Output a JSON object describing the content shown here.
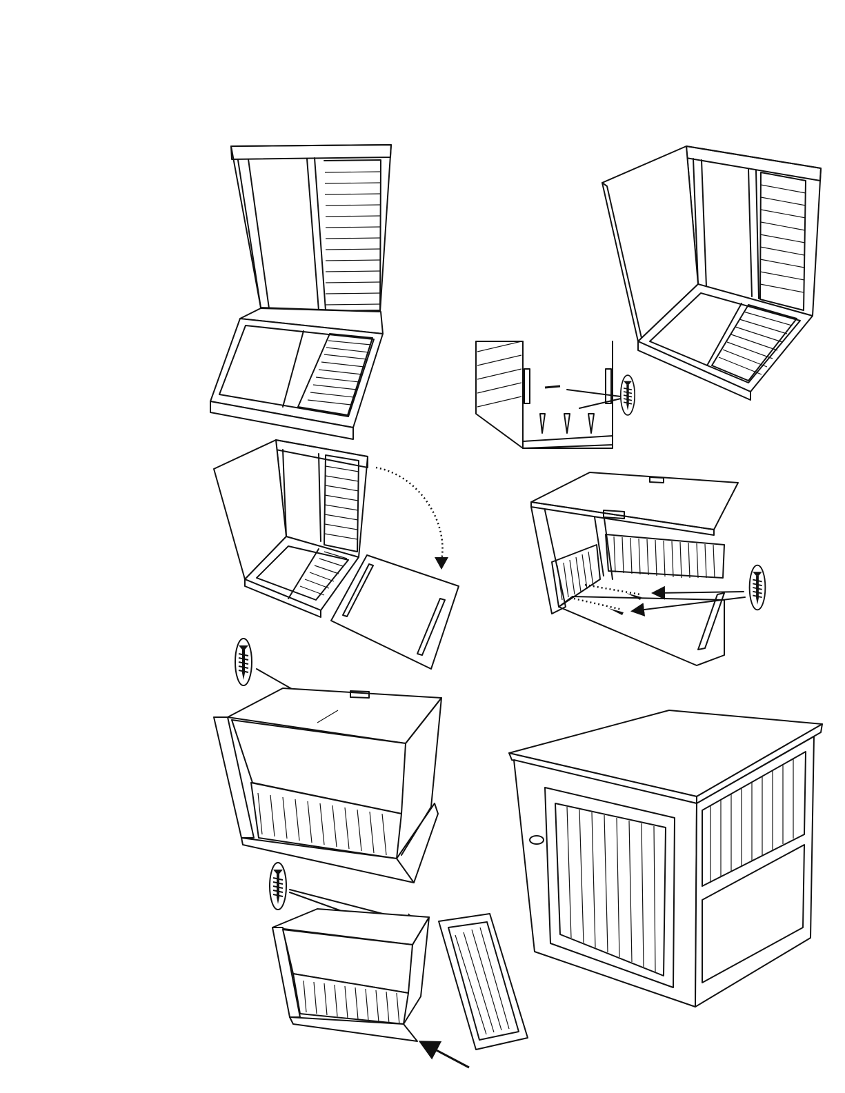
{
  "document": {
    "type": "assembly-instructions-illustration",
    "steps": [
      {
        "id": "step-1",
        "icon": "panel-floor-and-back-unfolded"
      },
      {
        "id": "step-2",
        "icon": "side-panel-attached"
      },
      {
        "id": "step-3",
        "icon": "screw-detail",
        "hardware": "screw-icon"
      },
      {
        "id": "step-4",
        "icon": "second-side-panel-rotated"
      },
      {
        "id": "step-5",
        "icon": "top-rail-screws",
        "hardware": "screw-icon"
      },
      {
        "id": "step-6",
        "icon": "top-panel-screwed",
        "hardware": "screw-icon"
      },
      {
        "id": "step-7",
        "icon": "door-attached",
        "hardware": "screw-icon"
      },
      {
        "id": "step-8",
        "icon": "finished-crate"
      }
    ]
  },
  "colors": {
    "line": "#111111",
    "paper": "#ffffff"
  }
}
